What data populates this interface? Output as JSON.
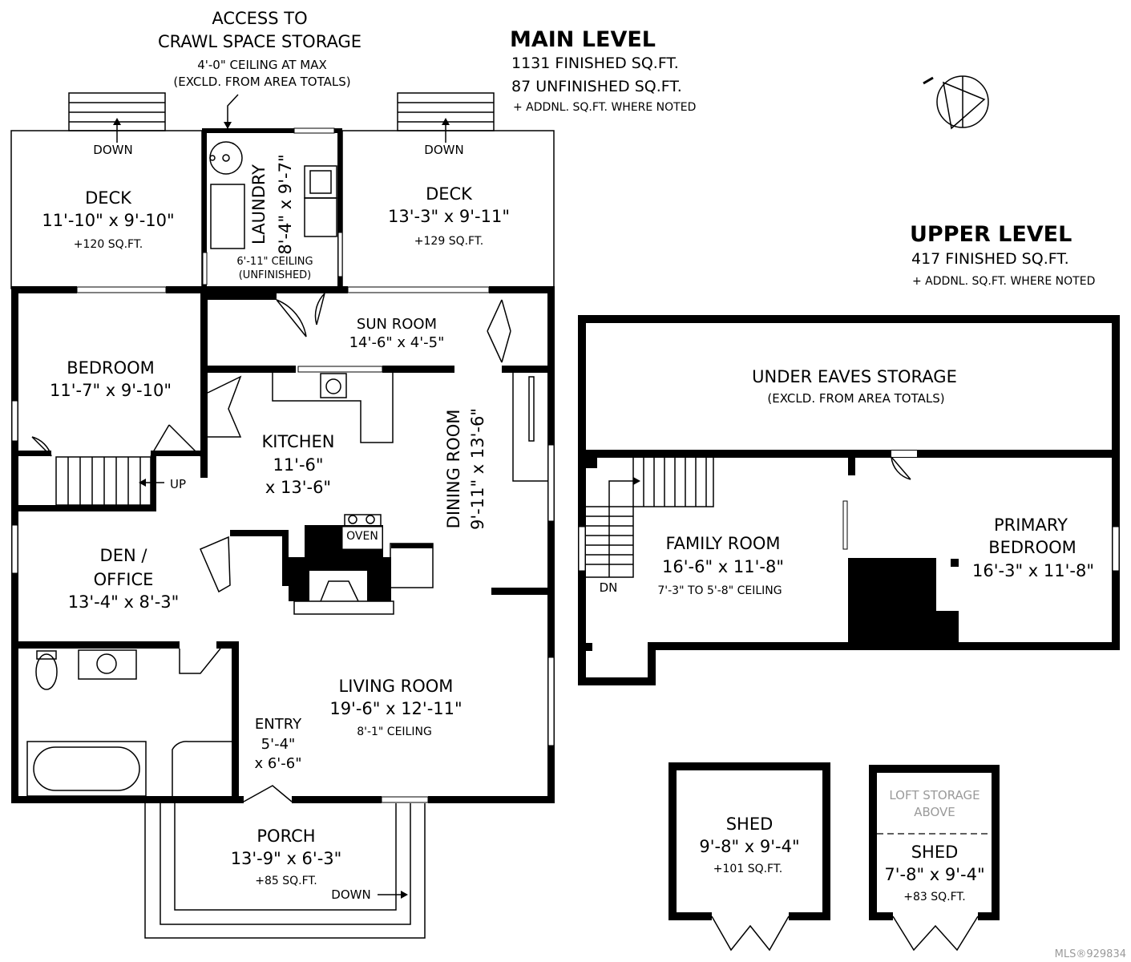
{
  "main_level": {
    "title": "MAIN LEVEL",
    "finished": "1131 FINISHED SQ.FT.",
    "unfinished": "87 UNFINISHED SQ.FT.",
    "note": "+ ADDNL. SQ.FT. WHERE NOTED"
  },
  "upper_level": {
    "title": "UPPER LEVEL",
    "finished": "417 FINISHED SQ.FT.",
    "note": "+ ADDNL. SQ.FT. WHERE NOTED"
  },
  "crawl_space": {
    "line1": "ACCESS TO",
    "line2": "CRAWL SPACE STORAGE",
    "line3": "4'-0\" CEILING AT MAX",
    "line4": "(EXCLD. FROM AREA TOTALS)"
  },
  "rooms": {
    "deck_left": {
      "name": "DECK",
      "dims": "11'-10\" x 9'-10\"",
      "area": "+120 SQ.FT.",
      "stair": "DOWN"
    },
    "laundry": {
      "name": "LAUNDRY",
      "dims": "8'-4\" x 9'-7\"",
      "ceiling": "6'-11\" CEILING",
      "status": "(UNFINISHED)"
    },
    "deck_right": {
      "name": "DECK",
      "dims": "13'-3\" x 9'-11\"",
      "area": "+129 SQ.FT.",
      "stair": "DOWN"
    },
    "bedroom": {
      "name": "BEDROOM",
      "dims": "11'-7\" x 9'-10\""
    },
    "sun_room": {
      "name": "SUN ROOM",
      "dims": "14'-6\" x 4'-5\""
    },
    "kitchen": {
      "name": "KITCHEN",
      "dims1": "11'-6\"",
      "dims2": "x 13'-6\""
    },
    "dining": {
      "name": "DINING ROOM",
      "dims": "9'-11\" x 13'-6\""
    },
    "stair_up": "UP",
    "oven": "OVEN",
    "den": {
      "name1": "DEN /",
      "name2": "OFFICE",
      "dims": "13'-4\" x 8'-3\""
    },
    "living": {
      "name": "LIVING ROOM",
      "dims": "19'-6\" x 12'-11\"",
      "ceiling": "8'-1\" CEILING"
    },
    "entry": {
      "name": "ENTRY",
      "dims1": "5'-4\"",
      "dims2": "x 6'-6\""
    },
    "porch": {
      "name": "PORCH",
      "dims": "13'-9\" x 6'-3\"",
      "area": "+85 SQ.FT.",
      "stair": "DOWN"
    },
    "eaves": {
      "name": "UNDER EAVES STORAGE",
      "note": "(EXCLD. FROM AREA TOTALS)"
    },
    "family": {
      "name": "FAMILY ROOM",
      "dims": "16'-6\" x 11'-8\"",
      "ceiling": "7'-3\" TO 5'-8\" CEILING",
      "stair": "DN"
    },
    "primary": {
      "name1": "PRIMARY",
      "name2": "BEDROOM",
      "dims": "16'-3\" x 11'-8\""
    },
    "shed1": {
      "name": "SHED",
      "dims": "9'-8\" x 9'-4\"",
      "area": "+101 SQ.FT."
    },
    "shed2": {
      "loft1": "LOFT STORAGE",
      "loft2": "ABOVE",
      "name": "SHED",
      "dims": "7'-8\" x 9'-4\"",
      "area": "+83 SQ.FT."
    }
  },
  "watermark": "MLS®929834"
}
